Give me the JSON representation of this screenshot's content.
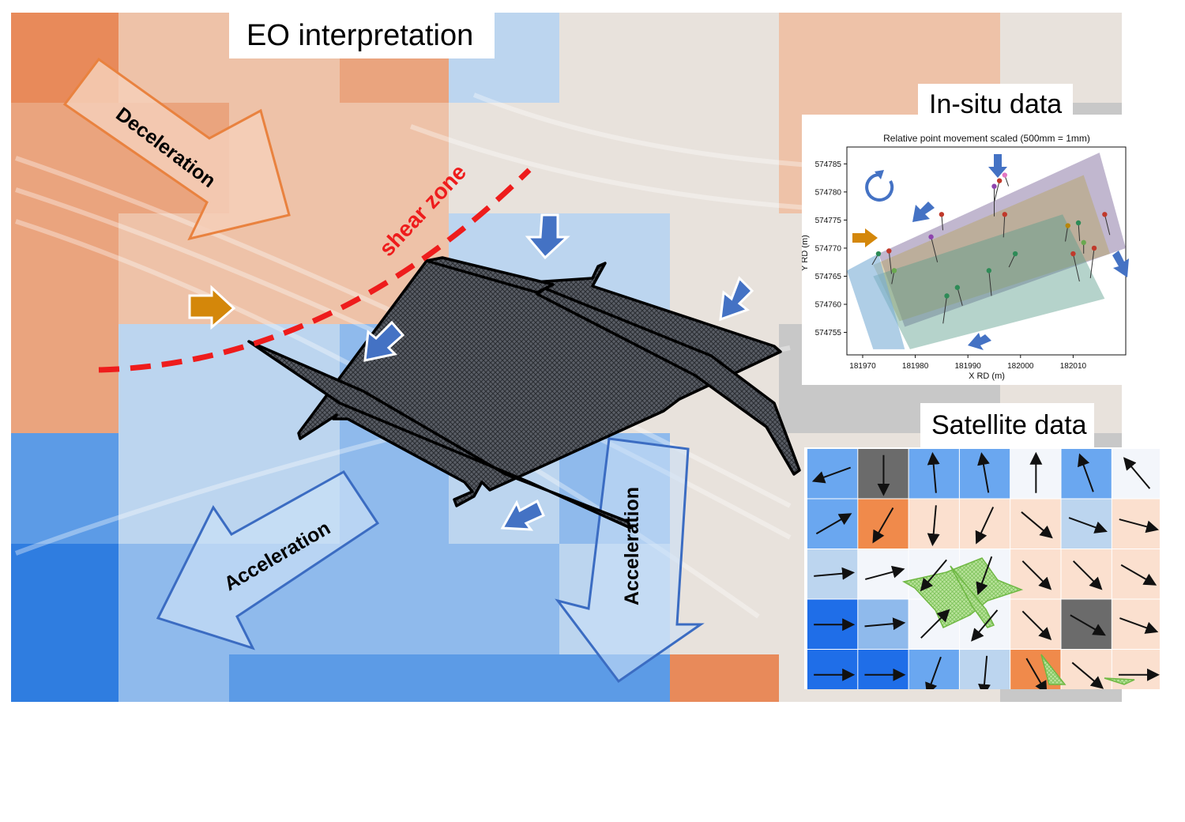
{
  "titles": {
    "eo": "EO interpretation",
    "insitu": "In-situ data",
    "satellite": "Satellite data"
  },
  "labels": {
    "deceleration": "Deceleration",
    "acceleration_left": "Acceleration",
    "acceleration_right": "Acceleration",
    "shear_zone": "shear zone"
  },
  "chart_data": {
    "type": "scatter",
    "title": "Relative point movement scaled (500mm = 1mm)",
    "xlabel": "X RD (m)",
    "ylabel": "Y RD (m)",
    "xlim": [
      181967,
      182020
    ],
    "ylim": [
      574751,
      574788
    ],
    "xticks": [
      "181970",
      "181980",
      "181990",
      "182000",
      "182010"
    ],
    "yticks": [
      "574785",
      "574780",
      "574775",
      "574770",
      "574765",
      "574760",
      "574755"
    ],
    "grid": false,
    "points": [
      {
        "x": 181973,
        "y": 574769,
        "color": "#2e8b57"
      },
      {
        "x": 181975,
        "y": 574769.5,
        "color": "#c0392b"
      },
      {
        "x": 181976,
        "y": 574766,
        "color": "#6aa84f"
      },
      {
        "x": 181983,
        "y": 574772,
        "color": "#8e44ad"
      },
      {
        "x": 181985,
        "y": 574776,
        "color": "#c0392b"
      },
      {
        "x": 181986,
        "y": 574761.5,
        "color": "#2e8b57"
      },
      {
        "x": 181988,
        "y": 574763,
        "color": "#2e8b57"
      },
      {
        "x": 181995,
        "y": 574781,
        "color": "#8e44ad"
      },
      {
        "x": 181996,
        "y": 574782,
        "color": "#c0392b"
      },
      {
        "x": 181997,
        "y": 574783,
        "color": "#e377c2"
      },
      {
        "x": 181997,
        "y": 574776,
        "color": "#c0392b"
      },
      {
        "x": 181999,
        "y": 574769,
        "color": "#2e8b57"
      },
      {
        "x": 181994,
        "y": 574766,
        "color": "#2e8b57"
      },
      {
        "x": 182009,
        "y": 574774,
        "color": "#b8860b"
      },
      {
        "x": 182010,
        "y": 574769,
        "color": "#c0392b"
      },
      {
        "x": 182011,
        "y": 574774.5,
        "color": "#2e8b57"
      },
      {
        "x": 182014,
        "y": 574770,
        "color": "#c0392b"
      },
      {
        "x": 182016,
        "y": 574776,
        "color": "#c0392b"
      },
      {
        "x": 182012,
        "y": 574771,
        "color": "#6aa84f"
      }
    ]
  },
  "colors": {
    "orange_dark": "#e88a5a",
    "orange_mid": "#eaa47e",
    "orange_light": "#eec2a8",
    "neutral": "#e8e2dc",
    "blue_light": "#bcd5ef",
    "blue_mid": "#8fbaec",
    "blue_strong": "#5c9be6",
    "blue_dark": "#2f7de0",
    "shear": "#ee1c1c",
    "arrow_blue": "#4472c4",
    "arrow_orange": "#d4870a"
  },
  "icons": {
    "rotation": "rotation-icon",
    "arrows": "arrow-icon"
  }
}
